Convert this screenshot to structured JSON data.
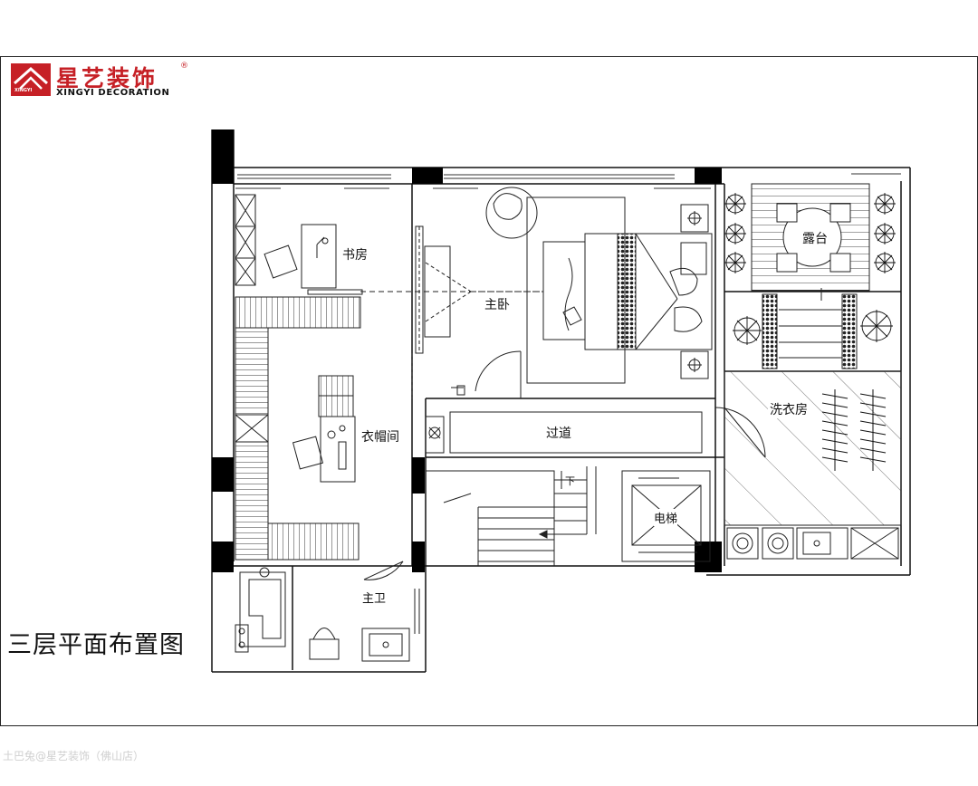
{
  "logo": {
    "name_cn": "星艺装饰",
    "name_en": "XINGYI DECORATION",
    "mark_text": "XINGYI",
    "registered": "®",
    "brand_color": "#c62026"
  },
  "plan": {
    "title": "三层平面布置图",
    "rooms": {
      "study": "书房",
      "master_bedroom": "主卧",
      "terrace": "露台",
      "closet": "衣帽间",
      "corridor": "过道",
      "laundry": "洗衣房",
      "stairs_down": "下",
      "elevator": "电梯",
      "master_bath": "主卫"
    }
  },
  "watermark": "土巴兔@星艺装饰（佛山店）"
}
